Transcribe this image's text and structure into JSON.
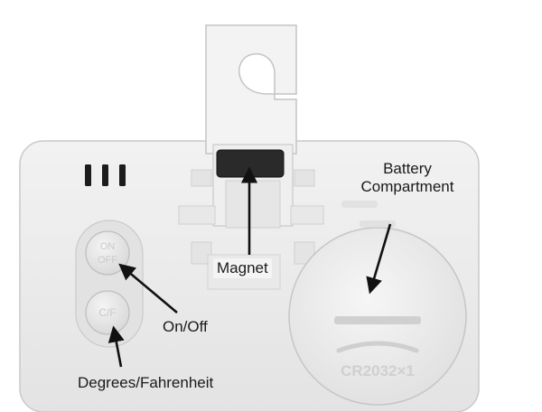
{
  "annotations": {
    "battery_line1": "Battery",
    "battery_line2": "Compartment",
    "magnet": "Magnet",
    "on_off": "On/Off",
    "degrees": "Degrees/Fahrenheit"
  },
  "device_markings": {
    "button_top_line1": "ON",
    "button_top_line2": "OFF",
    "button_bottom": "C/F",
    "battery_type": "CR2032×1"
  },
  "colors": {
    "body": "#ececec",
    "magnet": "#2a2a2a",
    "arrow": "#111111"
  }
}
